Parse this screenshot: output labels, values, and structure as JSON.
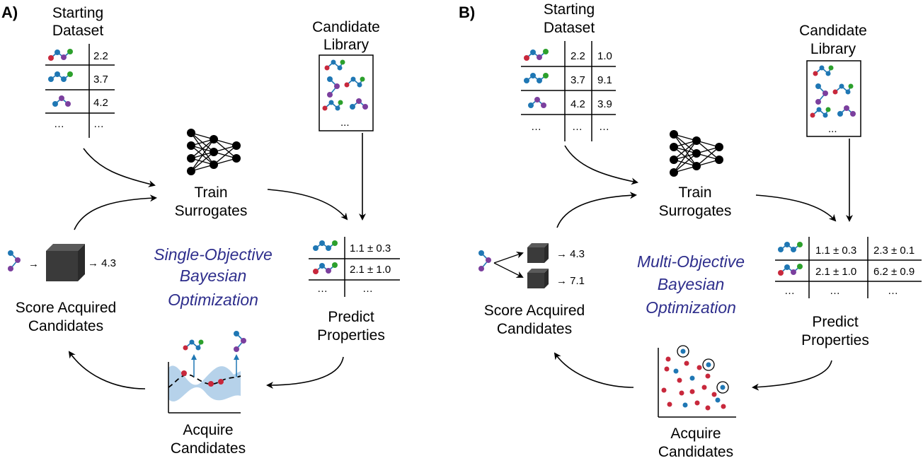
{
  "panels": [
    {
      "label": "A)",
      "starting_dataset": {
        "line1": "Starting",
        "line2": "Dataset",
        "values": [
          "2.2",
          "3.7",
          "4.2"
        ],
        "ellipsis": "…"
      },
      "candidate_library": {
        "line1": "Candidate",
        "line2": "Library",
        "ellipsis": "..."
      },
      "train": {
        "line1": "Train",
        "line2": "Surrogates"
      },
      "predict_table": {
        "rows": [
          [
            "1.1 ± 0.3"
          ],
          [
            "2.1 ± 1.0"
          ]
        ],
        "ellipsis": "…"
      },
      "predict": {
        "line1": "Predict",
        "line2": "Properties"
      },
      "acquire": {
        "line1": "Acquire",
        "line2": "Candidates"
      },
      "score": {
        "line1": "Score Acquired",
        "line2": "Candidates",
        "outputs": [
          "→ 4.3"
        ]
      },
      "title": {
        "line1": "Single-Objective",
        "line2": "Bayesian",
        "line3": "Optimization"
      }
    },
    {
      "label": "B)",
      "starting_dataset": {
        "line1": "Starting",
        "line2": "Dataset",
        "values": [
          [
            "2.2",
            "1.0"
          ],
          [
            "3.7",
            "9.1"
          ],
          [
            "4.2",
            "3.9"
          ]
        ],
        "ellipsis": "…"
      },
      "candidate_library": {
        "line1": "Candidate",
        "line2": "Library",
        "ellipsis": "..."
      },
      "train": {
        "line1": "Train",
        "line2": "Surrogates"
      },
      "predict_table": {
        "rows": [
          [
            "1.1 ± 0.3",
            "2.3 ± 0.1"
          ],
          [
            "2.1 ± 1.0",
            "6.2 ± 0.9"
          ]
        ],
        "ellipsis": "…"
      },
      "predict": {
        "line1": "Predict",
        "line2": "Properties"
      },
      "acquire": {
        "line1": "Acquire",
        "line2": "Candidates"
      },
      "score": {
        "line1": "Score Acquired",
        "line2": "Candidates",
        "outputs": [
          "→ 4.3",
          "→ 7.1"
        ]
      },
      "title": {
        "line1": "Multi-Objective",
        "line2": "Bayesian",
        "line3": "Optimization"
      }
    }
  ],
  "colors": {
    "title": "#2e2e8c",
    "atom_red": "#c8283c",
    "atom_blue": "#1f77b4",
    "atom_green": "#2ca02c",
    "atom_purple": "#7b3f9e",
    "uncertainty_band": "#aecde8",
    "cube": "#3a3a3a"
  },
  "icons": [
    "molecule-icon",
    "neural-network-icon",
    "cube-icon",
    "gp-plot-icon",
    "scatter-plot-icon"
  ]
}
